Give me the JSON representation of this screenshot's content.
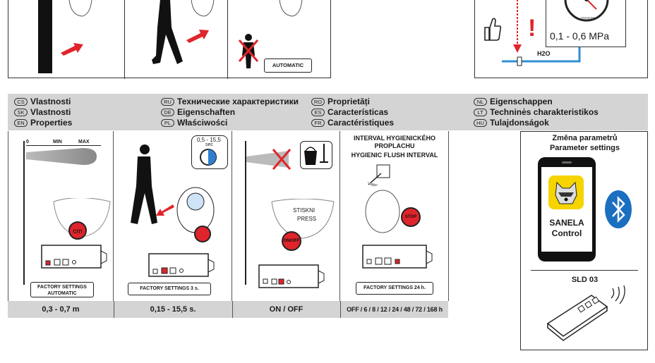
{
  "top": {
    "automatic_label": "AUTOMATIC",
    "pressure_range": "0,1 - 0,6 MPa",
    "exclamation": "!",
    "water_label": "H2O",
    "gauge_unit": "pressure"
  },
  "languages": {
    "col1": [
      {
        "code": "CS",
        "text": "Vlastnosti"
      },
      {
        "code": "SK",
        "text": "Vlastnosti"
      },
      {
        "code": "EN",
        "text": "Properties"
      }
    ],
    "col2": [
      {
        "code": "RU",
        "text": "Технические характеристики"
      },
      {
        "code": "DE",
        "text": "Eigenschaften"
      },
      {
        "code": "PL",
        "text": "Właściwości"
      }
    ],
    "col3": [
      {
        "code": "RO",
        "text": "Proprietăți"
      },
      {
        "code": "ES",
        "text": "Características"
      },
      {
        "code": "FR",
        "text": "Caractéristiques"
      }
    ],
    "col4": [
      {
        "code": "NL",
        "text": "Eigenschappen"
      },
      {
        "code": "LT",
        "text": "Techninės charakteristikos"
      },
      {
        "code": "HU",
        "text": "Tulajdonságok"
      }
    ]
  },
  "panels": {
    "range": {
      "min": "MIN",
      "max": "MAX",
      "zero": "0",
      "button": "cm",
      "factory": "FACTORY SETTINGS",
      "factory2": "AUTOMATIC",
      "value": "0,3 - 0,7 m"
    },
    "delay": {
      "timer_top": "0,5 - 15,5",
      "timer_unit": "sec",
      "factory": "FACTORY SETTINGS  3 s.",
      "value": "0,15 - 15,5 s."
    },
    "onoff": {
      "press_cs": "STISKNI",
      "press_en": "PRESS",
      "button": "ON/OFF",
      "value": "ON / OFF"
    },
    "hygienic": {
      "title_cs": "INTERVAL HYGIENICKÉHO PROPLACHU",
      "title_en": "HYGIENIC FLUSH INTERVAL",
      "button": "STOP",
      "factory": "FACTORY SETTINGS 24 h.",
      "value": "OFF / 6 / 8 / 12 / 24 / 48 / 72 / 168 h"
    }
  },
  "app_panel": {
    "title_cs": "Změna parametrů",
    "title_en": "Parameter settings",
    "app_name_1": "SANELA",
    "app_name_2": "Control",
    "model": "SLD 03",
    "colors": {
      "app_yellow": "#f5d400",
      "bluetooth": "#1b6fc0"
    }
  },
  "colors": {
    "red": "#e0242b",
    "band_gray": "#d4d4d4",
    "water_blue": "#2f8fd0"
  }
}
